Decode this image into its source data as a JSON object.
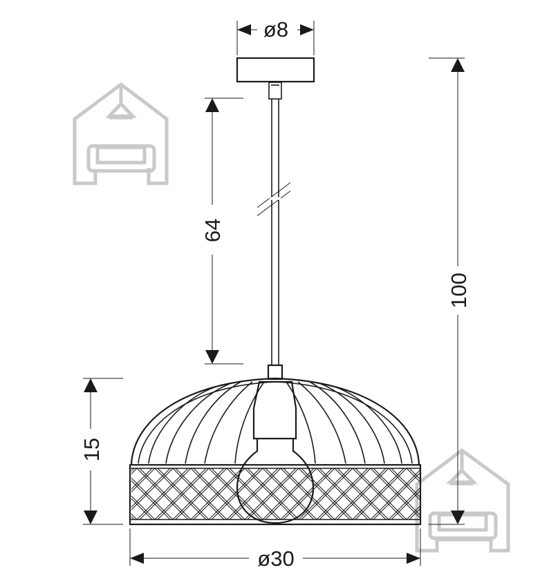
{
  "dimensions": {
    "canopy_diameter": "ø8",
    "cord_length": "64",
    "total_height": "100",
    "shade_height": "15",
    "shade_diameter": "ø30"
  },
  "colors": {
    "line": "#1a1a1a",
    "watermark": "#c9c9c9",
    "background": "#ffffff"
  },
  "icons": {
    "watermark": "house-with-lamp-and-sofa-icon"
  }
}
